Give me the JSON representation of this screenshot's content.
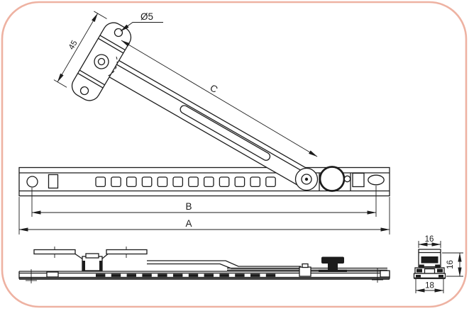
{
  "labels": {
    "hole_diameter": "Ø5",
    "bracket_length": "45",
    "arm_length": "C",
    "hole_span": "B",
    "overall_length": "A",
    "section_width_top": "16",
    "section_height": "16",
    "section_width_bottom": "18"
  },
  "colors": {
    "border": "#eeb2a2",
    "background": "#ffffff",
    "line": "#1c1c1c"
  }
}
